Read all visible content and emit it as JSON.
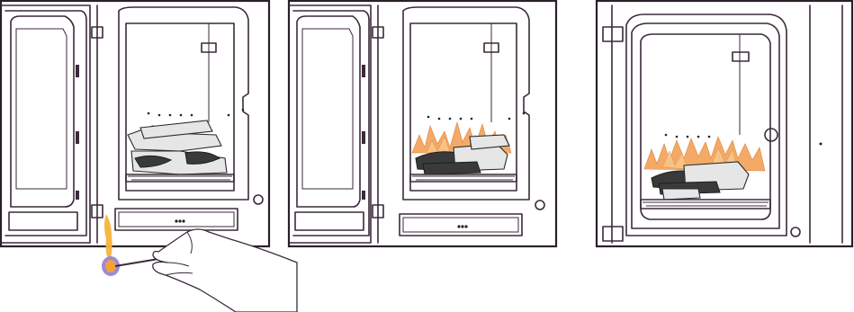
{
  "panels": [
    {
      "id": "step-1",
      "description_state": "unlit"
    },
    {
      "id": "step-2",
      "description_state": "lit-door-open"
    },
    {
      "id": "step-3",
      "description_state": "lit-door-closed"
    }
  ],
  "colors": {
    "outline": "#3a2a3a",
    "flame": "#f4a35a",
    "match_flame": "#f7b33c",
    "match_head": "#9b8bd6"
  },
  "icons": [
    "match-icon",
    "hand-icon",
    "log-icon",
    "flame-icon",
    "door-handle-icon"
  ]
}
